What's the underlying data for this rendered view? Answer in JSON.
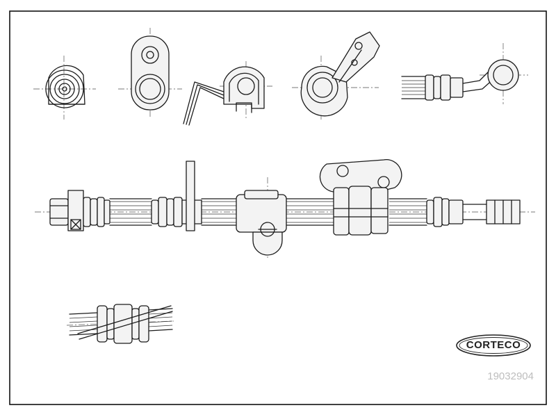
{
  "brand": {
    "name": "CORTECO",
    "color": "#222222"
  },
  "part_number": "19032904",
  "views": [
    "banjo-fitting-end-view",
    "bracket-tab-view",
    "bent-clip-view",
    "angled-bracket-view",
    "pipe-eye-end-view",
    "hose-assembly-side-view",
    "hose-clamp-detail-view"
  ]
}
